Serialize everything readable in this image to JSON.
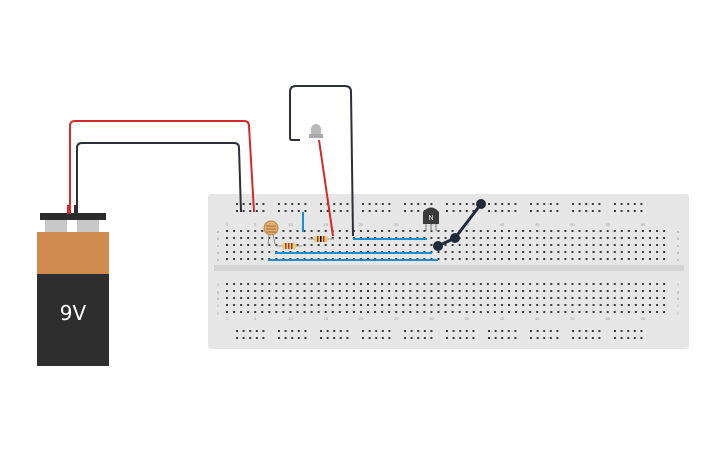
{
  "battery": {
    "label": "9V",
    "body_color": "#2e2e2e",
    "cap_color": "#d08b4e",
    "terminal_color": "#2a2a2a"
  },
  "breadboard": {
    "color": "#e6e6e6",
    "hole_color": "#3a3a3a",
    "column_numbers": [
      "1",
      "5",
      "10",
      "15",
      "20",
      "25",
      "30",
      "35",
      "40",
      "45",
      "50",
      "55",
      "60"
    ],
    "row_letters_top": [
      "a",
      "b",
      "c",
      "d",
      "e"
    ],
    "row_letters_bottom": [
      "f",
      "g",
      "h",
      "i",
      "j"
    ]
  },
  "components": {
    "transistor": {
      "label": "N",
      "color": "#3a3a3a"
    },
    "led": {
      "color": "#b9b9b9"
    },
    "photoresistor": {
      "color": "#e0b070"
    },
    "resistors": {
      "color": "#e9c97a"
    },
    "pushbutton": {
      "color": "#1f2a3a"
    }
  },
  "wire_colors": {
    "positive": "#d62a2a",
    "negative": "#2c2f36",
    "signal": "#1a8fcf"
  }
}
